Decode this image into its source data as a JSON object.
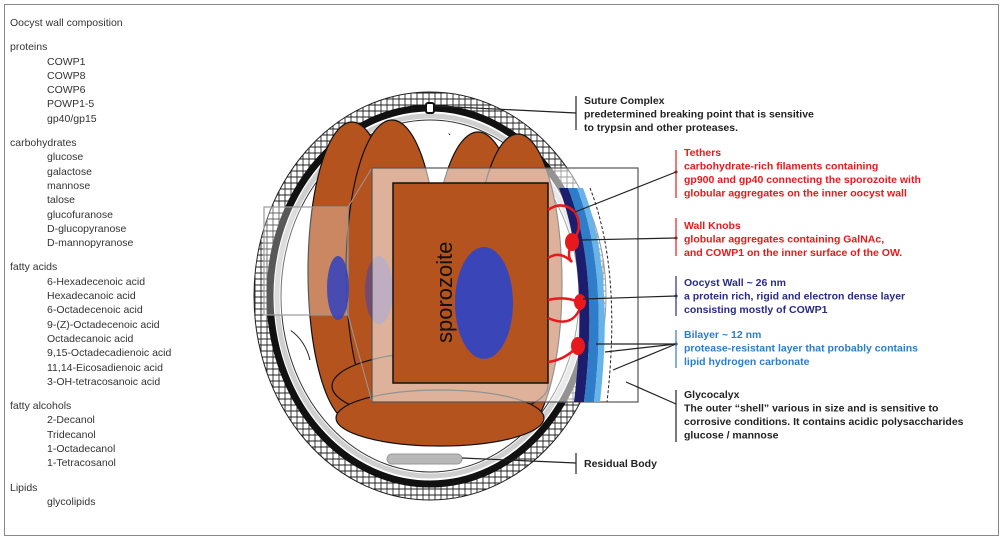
{
  "wall_composition": {
    "title": "Oocyst wall composition",
    "groups": [
      {
        "heading": "proteins",
        "items": [
          "COWP1",
          "COWP8",
          "COWP6",
          "POWP1-5",
          "gp40/gp15"
        ]
      },
      {
        "heading": "carbohydrates",
        "items": [
          "glucose",
          "galactose",
          "mannose",
          "talose",
          "glucofuranose",
          "D-glucopyranose",
          "D-mannopyranose"
        ]
      },
      {
        "heading": "fatty acids",
        "items": [
          "6-Hexadecenoic acid",
          "Hexadecanoic acid",
          "6-Octadecenoic acid",
          "9-(Z)-Octadecenoic acid",
          "Octadecanoic acid",
          "9,15-Octadecadienoic acid",
          "11,14-Eicosadienoic acid",
          "3-OH-tetracosanoic acid"
        ]
      },
      {
        "heading": "fatty alcohols",
        "items": [
          "2-Decanol",
          "Tridecanol",
          "1-Octadecanol",
          "1-Tetracosanol"
        ]
      },
      {
        "heading": "Lipids",
        "items": [
          "glycolipids"
        ]
      }
    ]
  },
  "diagram": {
    "sporozoite_label": "sporozoite",
    "colors": {
      "sporozoite": "#b5531f",
      "nucleus": "#3a45b8",
      "tether": "#e8191c",
      "oocyst_wall": "#1d1d6e",
      "bilayer": "#2f7cc8",
      "bilayer_light": "#68b4e8",
      "residual_body": "#b8b8b8",
      "red_text": "#e8191c",
      "navy_text": "#2a2a8a",
      "blue_text": "#2f7cc8",
      "black_text": "#222222"
    }
  },
  "annotations": {
    "suture": {
      "title": "Suture Complex",
      "lines": [
        "predetermined breaking point that is sensitive",
        "to trypsin and other proteases."
      ]
    },
    "tethers": {
      "title": "Tethers",
      "lines": [
        "carbohydrate-rich filaments containing",
        "gp900 and gp40 connecting the sporozoite with",
        "globular aggregates on the inner oocyst wall"
      ]
    },
    "wall_knobs": {
      "title": "Wall Knobs",
      "lines": [
        "globular aggregates containing GalNAc,",
        "and COWP1 on the inner surface of the OW."
      ]
    },
    "oocyst_wall": {
      "title": "Oocyst Wall ~ 26 nm",
      "lines": [
        "a protein rich, rigid and electron dense layer",
        "consisting mostly of COWP1"
      ]
    },
    "bilayer": {
      "title": "Bilayer ~ 12 nm",
      "lines": [
        "protease-resistant layer that probably contains",
        "lipid hydrogen carbonate"
      ]
    },
    "glycocalyx": {
      "title": "Glycocalyx",
      "lines": [
        "The outer “shell” various in size and is sensitive to",
        "corrosive conditions. It contains acidic polysaccharides",
        "glucose / mannose"
      ]
    },
    "residual": {
      "title": "Residual Body",
      "lines": []
    }
  }
}
